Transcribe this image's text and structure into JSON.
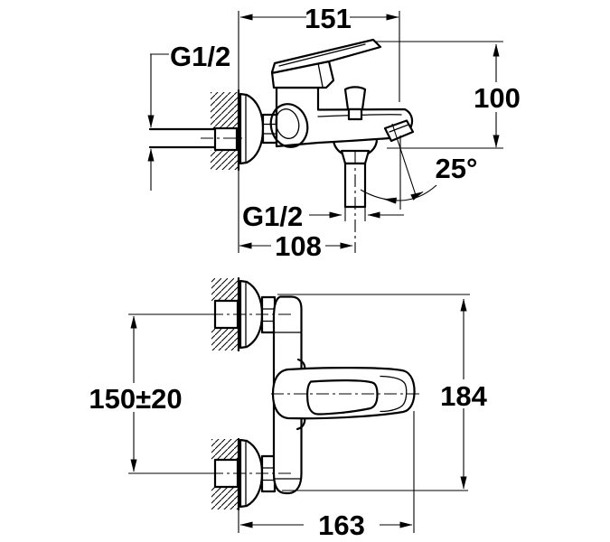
{
  "drawing": {
    "type": "technical-dimension-drawing",
    "subject": "wall-mounted bath mixer faucet, side view and front view"
  },
  "side_view": {
    "width": "151",
    "height": "100",
    "inlet_thread": "G1/2",
    "spout_angle": "25°",
    "shower_thread": "G1/2",
    "shower_offset": "108"
  },
  "front_view": {
    "inlet_spacing": "150±20",
    "overall_height": "184",
    "overall_width": "163"
  },
  "colors": {
    "line": "#000000",
    "background": "#ffffff"
  }
}
